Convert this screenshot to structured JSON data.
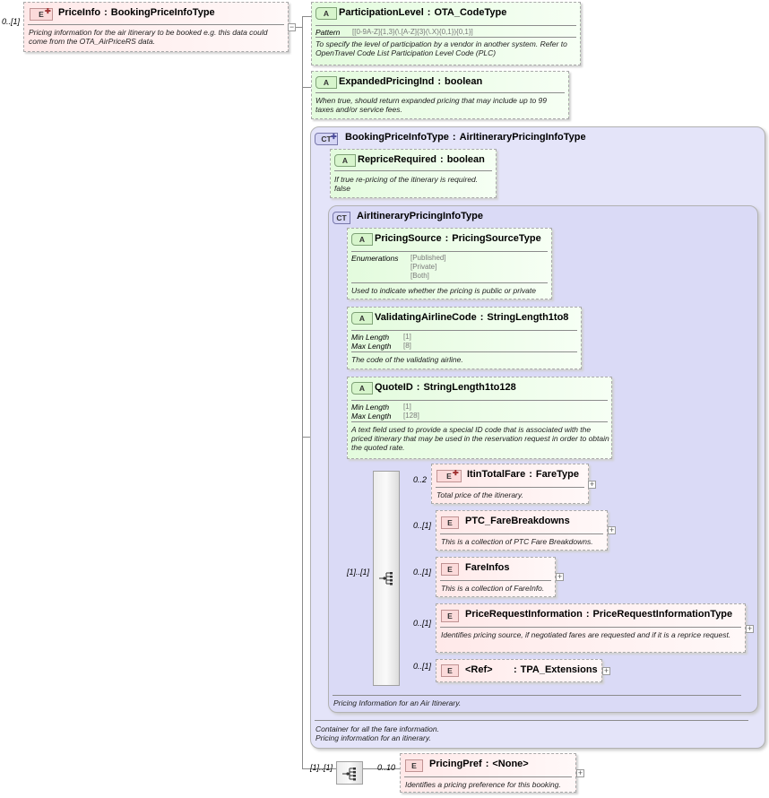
{
  "root": {
    "card": "0..[1]",
    "badge": "E",
    "name": "PriceInfo",
    "type": "BookingPriceInfoType",
    "doc": "Pricing information for the air itinerary to be booked e.g. this data could come from the OTA_AirPriceRS data."
  },
  "attrs": {
    "participation": {
      "badge": "A",
      "name": "ParticipationLevel",
      "type": "OTA_CodeType",
      "facet_label": "Pattern",
      "facet_value": "[[0-9A-Z]{1,3}(\\.[A-Z]{3}(\\.X){0,1}){0,1}]",
      "doc": "To specify the level of participation by a vendor in another system. Refer to OpenTravel Code List Participation Level Code (PLC)"
    },
    "expanded": {
      "badge": "A",
      "name": "ExpandedPricingInd",
      "type": "boolean",
      "doc": "When true, should return expanded pricing  that may include up to 99 taxes and/or service fees."
    }
  },
  "booking_ct": {
    "badge": "CT",
    "name": "BookingPriceInfoType",
    "base": "AirItineraryPricingInfoType",
    "reprice": {
      "badge": "A",
      "name": "RepriceRequired",
      "type": "boolean",
      "doc": "If true re-pricing of the itinerary is required.\nfalse"
    },
    "doc": "Container for all the fare information.\nPricing information for an itinerary."
  },
  "air_ct": {
    "badge": "CT",
    "name": "AirItineraryPricingInfoType",
    "pricing_source": {
      "badge": "A",
      "name": "PricingSource",
      "type": "PricingSourceType",
      "facet_label": "Enumerations",
      "values": [
        "[Published]",
        "[Private]",
        "[Both]"
      ],
      "doc": "Used to indicate whether the pricing is public or private"
    },
    "validating": {
      "badge": "A",
      "name": "ValidatingAirlineCode",
      "type": "StringLength1to8",
      "min_label": "Min Length",
      "min_value": "[1]",
      "max_label": "Max Length",
      "max_value": "[8]",
      "doc": "The code of the validating airline."
    },
    "quote": {
      "badge": "A",
      "name": "QuoteID",
      "type": "StringLength1to128",
      "min_label": "Min Length",
      "min_value": "[1]",
      "max_label": "Max Length",
      "max_value": "[128]",
      "doc": "A text field used to provide a special ID code that is associated with the priced itinerary that may be used in the reservation request in order to obtain the quoted rate."
    },
    "seq_card": "[1]..[1]",
    "children": [
      {
        "card": "0..2",
        "badge": "E",
        "name": "ItinTotalFare",
        "type": "FareType",
        "doc": "Total price of the itinerary."
      },
      {
        "card": "0..[1]",
        "badge": "E",
        "name": "PTC_FareBreakdowns",
        "type": "",
        "doc": "This is a collection of PTC Fare Breakdowns."
      },
      {
        "card": "0..[1]",
        "badge": "E",
        "name": "FareInfos",
        "type": "",
        "doc": "This is a collection of FareInfo."
      },
      {
        "card": "0..[1]",
        "badge": "E",
        "name": "PriceRequestInformation",
        "type": "PriceRequestInformationType",
        "doc": "Identifies pricing source, if negotiated fares are requested and if it is a reprice request."
      },
      {
        "card": "0..[1]",
        "badge": "E",
        "name": "<Ref>",
        "type": "TPA_Extensions",
        "doc": ""
      }
    ],
    "doc": "Pricing Information for an Air Itinerary."
  },
  "bottom": {
    "seq_card": "[1]..[1]",
    "card": "0..10",
    "badge": "E",
    "name": "PricingPref",
    "type": "<None>",
    "doc": "Identifies a pricing preference for this booking."
  }
}
